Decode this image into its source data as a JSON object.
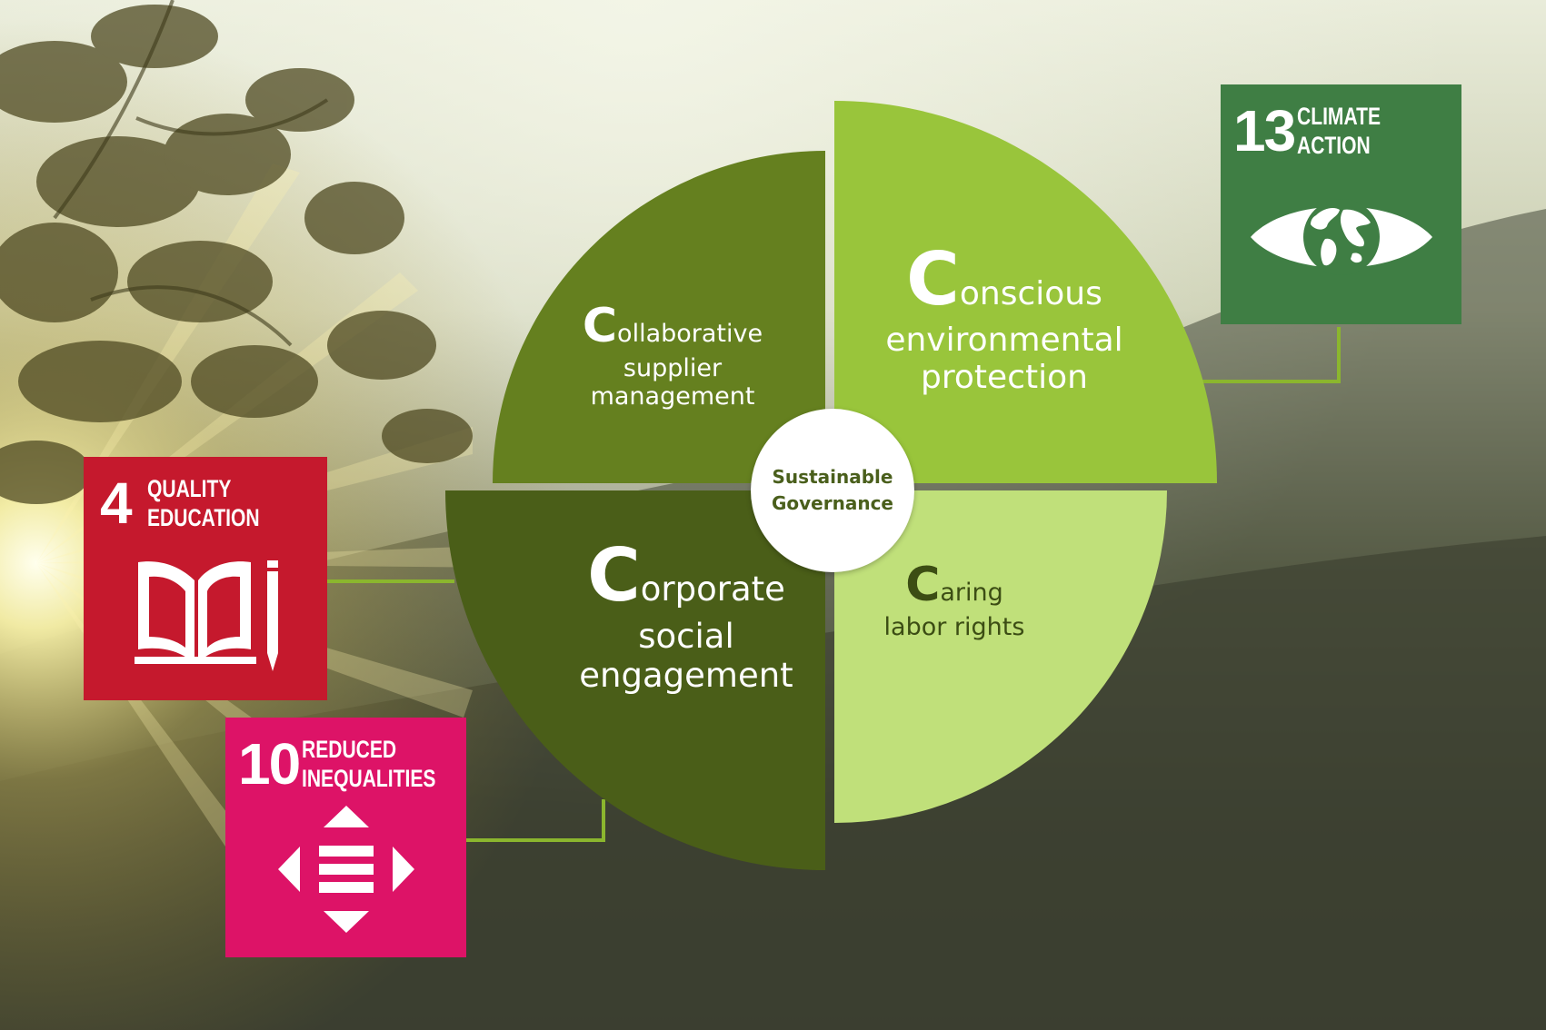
{
  "colors": {
    "collaborative": "#65801f",
    "conscious": "#99c53b",
    "corporate": "#4a5e18",
    "caring": "#c0e07a",
    "sdg4": "#c5192d",
    "sdg10": "#dd1367",
    "sdg13": "#3f7e44",
    "connector_lines": "#8bb62e"
  },
  "center": {
    "line1": "Sustainable",
    "line2": "Governance"
  },
  "quadrants": {
    "collaborative": {
      "initial": "C",
      "rest": "ollaborative",
      "line2": "supplier",
      "line3": "management"
    },
    "conscious": {
      "initial": "C",
      "rest": "onscious",
      "line2": "environmental",
      "line3": "protection"
    },
    "corporate": {
      "initial": "C",
      "rest": "orporate",
      "line2": "social",
      "line3": "engagement"
    },
    "caring": {
      "initial": "C",
      "rest": "aring",
      "line2": "labor rights"
    }
  },
  "sdgs": [
    {
      "number": "4",
      "title_line1": "QUALITY",
      "title_line2": "EDUCATION",
      "icon": "book-pencil-icon"
    },
    {
      "number": "10",
      "title_line1": "REDUCED",
      "title_line2": "INEQUALITIES",
      "icon": "equality-arrows-icon"
    },
    {
      "number": "13",
      "title_line1": "CLIMATE",
      "title_line2": "ACTION",
      "icon": "eye-globe-icon"
    }
  ]
}
